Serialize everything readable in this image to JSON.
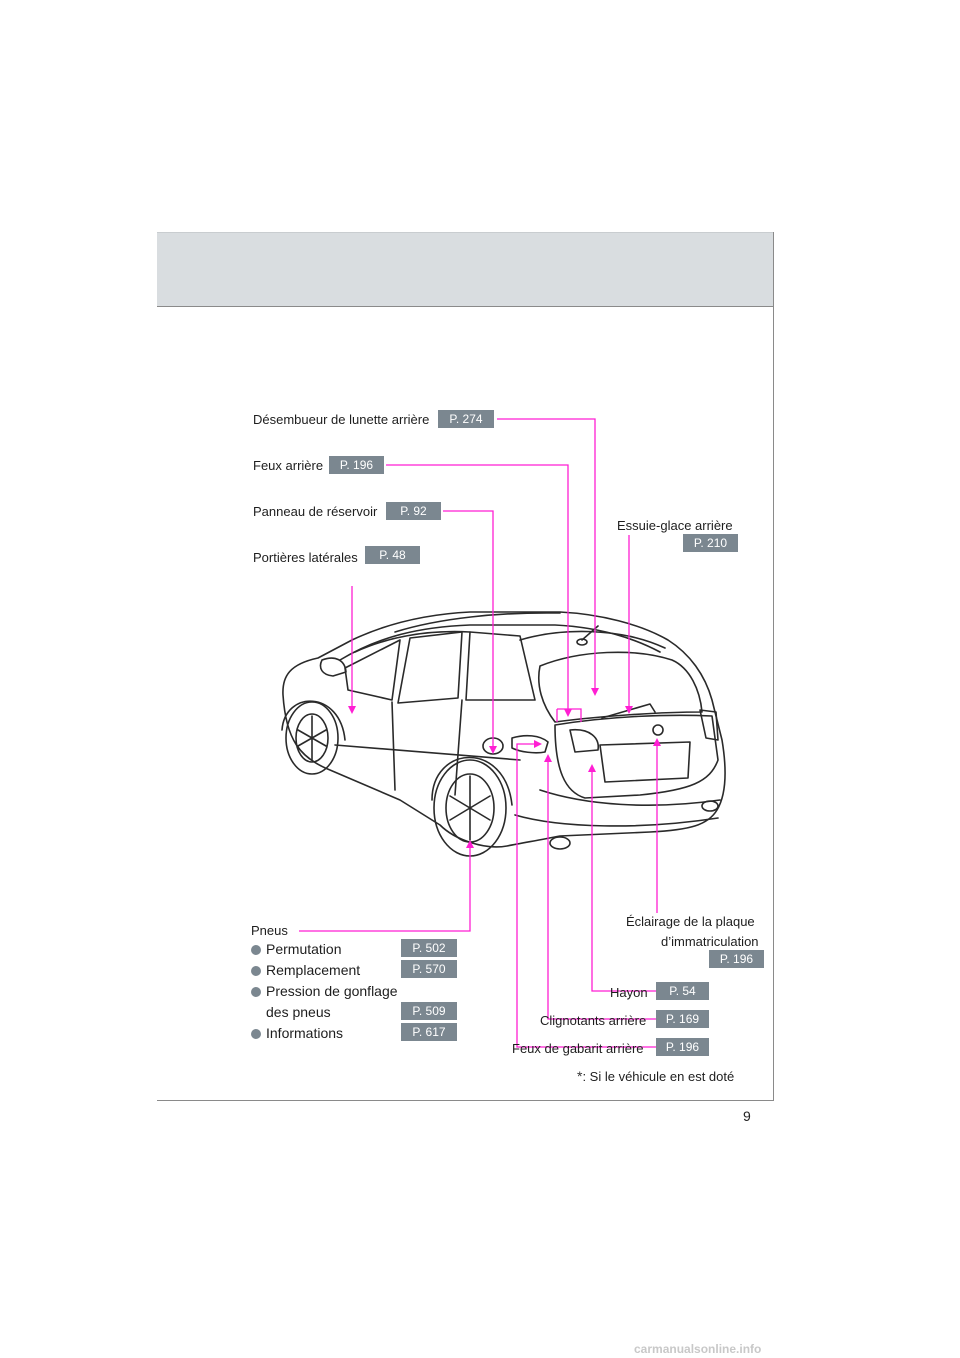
{
  "page_number": "9",
  "footnote": {
    "marker": "*",
    "text": ": Si le véhicule en est doté"
  },
  "watermark": "carmanualsonline.info",
  "callouts": {
    "defogger": {
      "label": "Désembueur de lunette arrière",
      "page": "P. 274"
    },
    "tail_lights": {
      "label": "Feux arrière",
      "page": "P. 196"
    },
    "fuel_door": {
      "label": "Panneau de réservoir",
      "page": "P. 92"
    },
    "side_doors": {
      "label": "Portières latérales",
      "page": "P. 48"
    },
    "rear_wiper": {
      "label": "Essuie-glace arrière",
      "page": "P. 210"
    },
    "plate_light": {
      "label_line1": "Éclairage de la plaque",
      "label_line2": "d’immatriculation",
      "page": "P. 196"
    },
    "back_door": {
      "label": "Hayon",
      "page": "P. 54"
    },
    "rear_turn": {
      "label": "Clignotants arrière",
      "page": "P. 169"
    },
    "rear_side_marker": {
      "label": "Feux de gabarit arrière",
      "page": "P. 196"
    }
  },
  "tires": {
    "title": "Pneus",
    "items": [
      {
        "label": "Permutation",
        "page": "P. 502"
      },
      {
        "label": "Remplacement",
        "page": "P. 570"
      },
      {
        "label": "Pression de gonflage",
        "label2": "des pneus",
        "page": "P. 509"
      },
      {
        "label": "Informations",
        "page": "P. 617"
      }
    ]
  },
  "colors": {
    "leader_line": "#ff1fd3",
    "badge": "#7b8790",
    "header": "#d9dde0"
  }
}
